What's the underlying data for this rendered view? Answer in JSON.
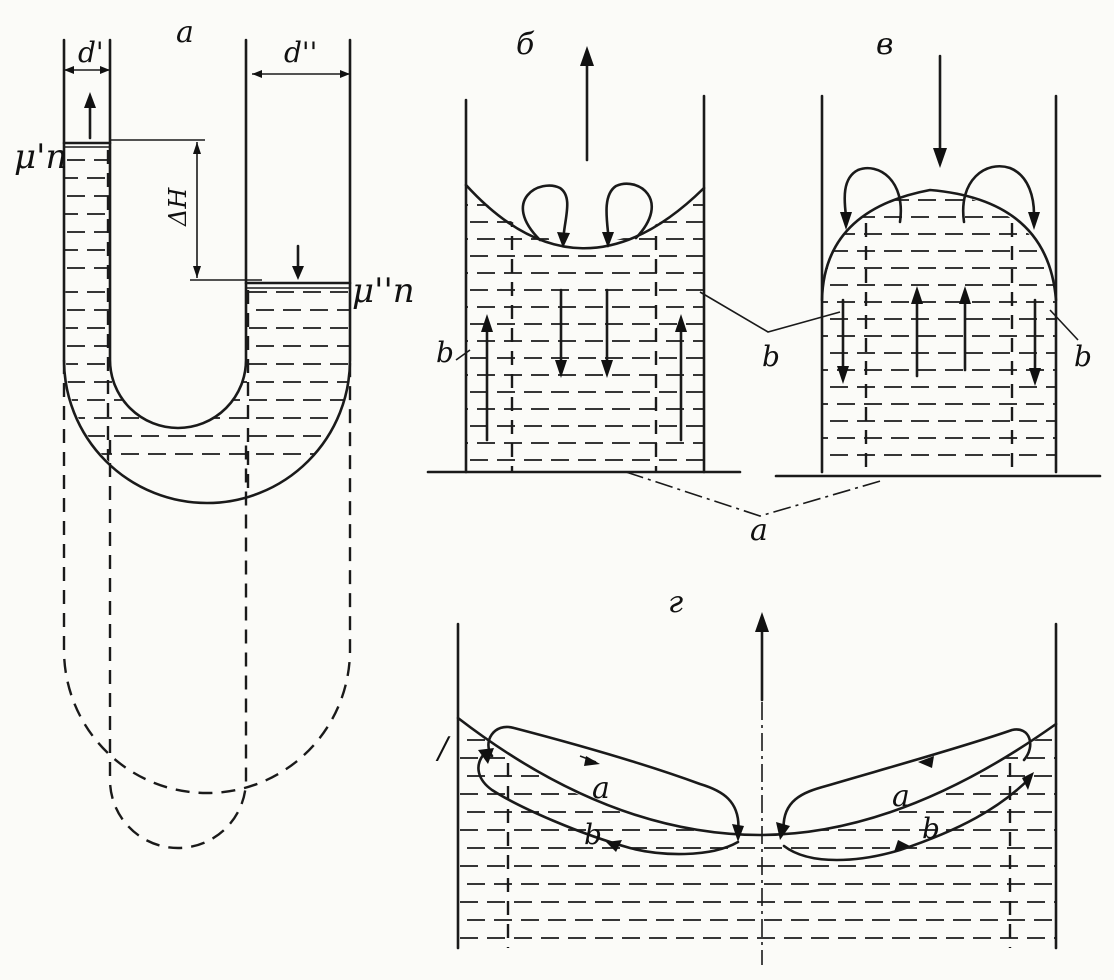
{
  "labels": {
    "panel_a": "a",
    "panel_b": "б",
    "panel_v": "в",
    "panel_g": "г",
    "d_prime": "d'",
    "d_double_prime": "d''",
    "delta_h": "ΔH",
    "mu_n_prime": "μ'п",
    "mu_n_double_prime": "μ''п",
    "layer_b": "b",
    "layer_a": "a",
    "mark_slash": "/"
  }
}
